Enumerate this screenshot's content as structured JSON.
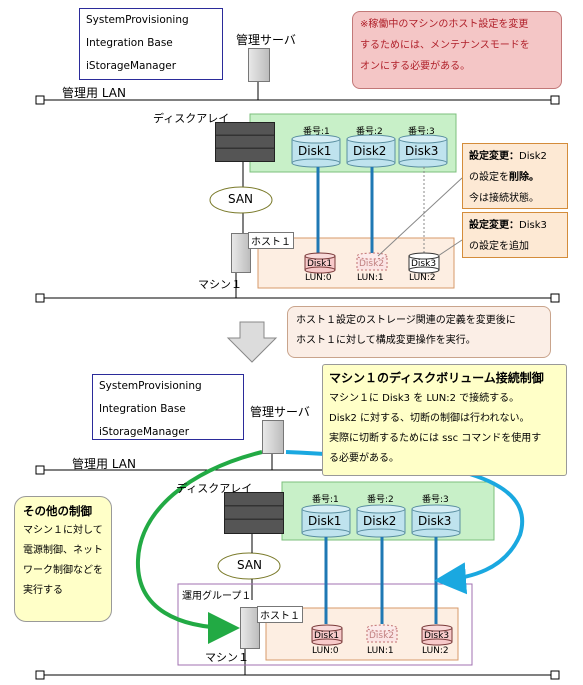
{
  "software": {
    "top": [
      "SystemProvisioning",
      "Integration Base",
      "iStorageManager"
    ],
    "bottom": [
      "SystemProvisioning",
      "Integration Base",
      "iStorageManager"
    ]
  },
  "labels": {
    "mgmt_server_top": "管理サーバ",
    "mgmt_server_bottom": "管理サーバ",
    "mgmt_lan_top": "管理用 LAN",
    "mgmt_lan_bottom": "管理用 LAN",
    "disk_array_top": "ディスクアレイ",
    "disk_array_bottom": "ディスクアレイ",
    "san_top": "SAN",
    "san_bottom": "SAN",
    "host_top": "ホスト１",
    "host_bottom": "ホスト１",
    "machine_top": "マシン１",
    "machine_bottom": "マシン１",
    "ops_group": "運用グループ１"
  },
  "notes": {
    "warning": [
      "※稼働中のマシンのホスト設定を変更",
      "するためには、メンテナンスモードを",
      "オンにする必要がある。"
    ],
    "step": [
      "ホスト１設定のストレージ関連の定義を変更後に",
      "ホスト１に対して構成変更操作を実行。"
    ],
    "disk_control_title": "マシン１のディスクボリューム接続制御",
    "disk_control": [
      "マシン１に Disk3 を LUN:2 で接続する。",
      "Disk2 に対する、切断の制御は行われない。",
      "実際に切断するためには ssc コマンドを使用す",
      "る必要がある。"
    ],
    "other_title": "その他の制御",
    "other": [
      "マシン１に対して",
      "電源制御、ネット",
      "ワーク制御などを",
      "実行する"
    ]
  },
  "callouts": {
    "disk2_head": "設定変更：",
    "disk2_rest1": "Disk2",
    "disk2_line2a": "の設定を",
    "disk2_line2b": "削除。",
    "disk2_line3": "今は接続状態。",
    "disk3_head": "設定変更：",
    "disk3_rest1": "Disk3",
    "disk3_line2": "の設定を追加"
  },
  "array_disks": {
    "top": [
      {
        "num": "番号:1",
        "name": "Disk1"
      },
      {
        "num": "番号:2",
        "name": "Disk2"
      },
      {
        "num": "番号:3",
        "name": "Disk3"
      }
    ],
    "bottom": [
      {
        "num": "番号:1",
        "name": "Disk1"
      },
      {
        "num": "番号:2",
        "name": "Disk2"
      },
      {
        "num": "番号:3",
        "name": "Disk3"
      }
    ]
  },
  "host_luns": {
    "top": [
      {
        "disk": "Disk1",
        "lun": "LUN:0"
      },
      {
        "disk": "Disk2",
        "lun": "LUN:1"
      },
      {
        "disk": "Disk3",
        "lun": "LUN:2"
      }
    ],
    "bottom": [
      {
        "disk": "Disk1",
        "lun": "LUN:0"
      },
      {
        "disk": "Disk2",
        "lun": "LUN:1"
      },
      {
        "disk": "Disk3",
        "lun": "LUN:2"
      }
    ]
  },
  "colors": {
    "warning_bg": "#f4c6c6",
    "step_bg": "#fbeee6",
    "control_bg": "#ffffc8",
    "array_bg": "#c8f0c8",
    "host_bg": "#fdeee2",
    "link_blue": "#1f78b4",
    "arrow_cyan": "#1aa8e0",
    "arrow_green": "#22aa44"
  }
}
